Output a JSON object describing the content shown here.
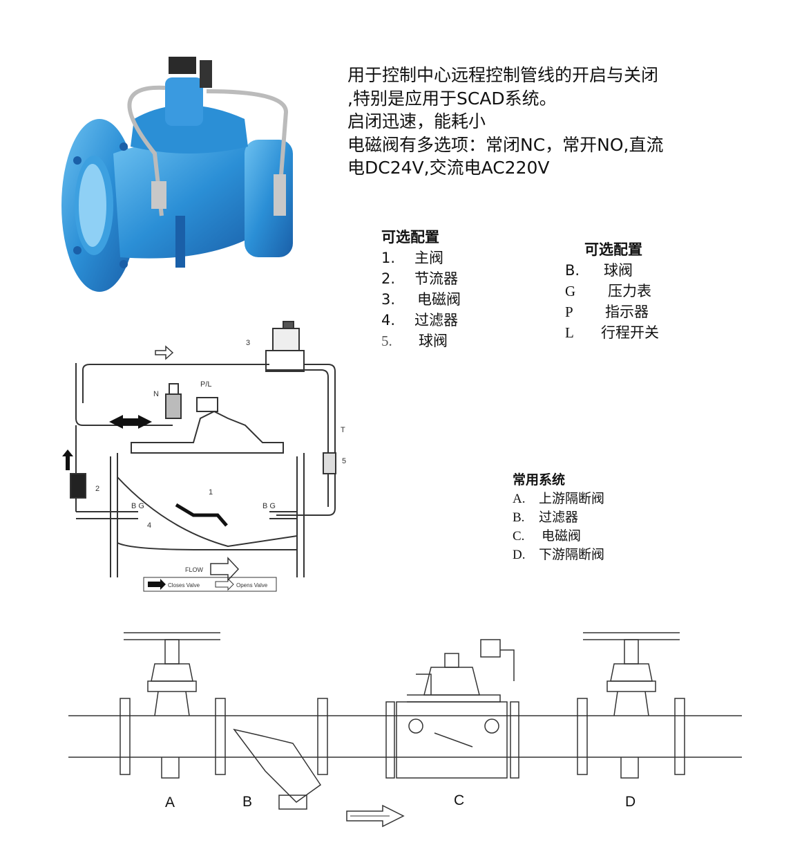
{
  "description": {
    "lines": [
      "用于控制中心远程控制管线的开启与关闭",
      " ,特别是应用于SCAD系统。",
      "启闭迅速，能耗小",
      "电磁阀有多选项：常闭NC，常开NO,直流",
      "电DC24V,交流电AC220V"
    ]
  },
  "options_main": {
    "title": "可选配置",
    "items": [
      {
        "num": "1.",
        "label": "主阀"
      },
      {
        "num": "2.",
        "label": "节流器"
      },
      {
        "num": "3.",
        "label": "电磁阀"
      },
      {
        "num": "4.",
        "label": "过滤器"
      },
      {
        "num": "5.",
        "label": "球阀"
      }
    ]
  },
  "options_extra": {
    "title": "可选配置",
    "items": [
      {
        "num": "B.",
        "label": "球阀"
      },
      {
        "num": "G",
        "label": "压力表"
      },
      {
        "num": "P",
        "label": "指示器"
      },
      {
        "num": "L",
        "label": "行程开关"
      }
    ]
  },
  "common_system": {
    "title": "常用系统",
    "items": [
      {
        "key": "A.",
        "label": "上游隔断阀"
      },
      {
        "key": "B.",
        "label": "过滤器"
      },
      {
        "key": "C.",
        "label": "电磁阀"
      },
      {
        "key": "D.",
        "label": "下游隔断阀"
      }
    ]
  },
  "schematic": {
    "labels": {
      "n": "N",
      "pl": "P/L",
      "three": "3",
      "t": "T",
      "five": "5",
      "two": "2",
      "one": "1",
      "bg_left": "B G",
      "bg_right": "B G",
      "four": "4",
      "flow": "FLOW"
    },
    "legend": {
      "closes": "Closes Valve",
      "opens": "Opens Valve"
    }
  },
  "system_diagram": {
    "labels": {
      "a": "A",
      "b": "B",
      "c": "C",
      "d": "D"
    }
  },
  "colors": {
    "valve_body": "#2b8fd6",
    "valve_dark": "#1a5fa8",
    "line": "#333333"
  }
}
